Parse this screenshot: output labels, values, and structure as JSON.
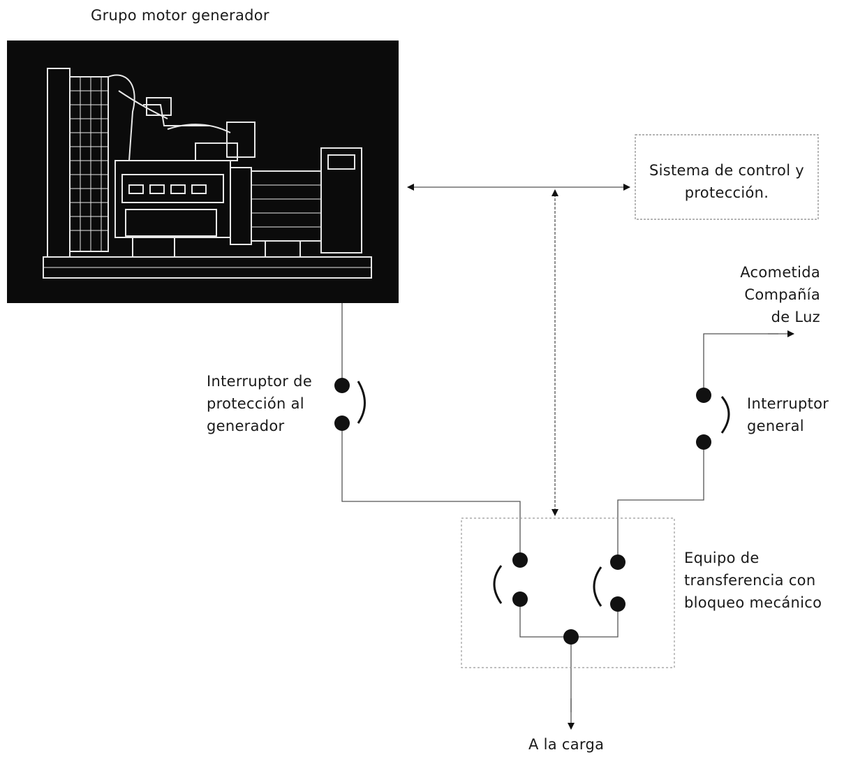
{
  "title": "Grupo motor generador",
  "control_box": {
    "line1": "Sistema de control y",
    "line2": "protección."
  },
  "utility": {
    "line1": "Acometida",
    "line2": "Compañía",
    "line3": "de Luz"
  },
  "gen_breaker": {
    "line1": "Interruptor de",
    "line2": "protección al",
    "line3": "generador"
  },
  "main_breaker": {
    "line1": "Interruptor",
    "line2": "general"
  },
  "transfer": {
    "line1": "Equipo de",
    "line2": "transferencia con",
    "line3": "bloqueo mecánico"
  },
  "load": "A la carga",
  "colors": {
    "line": "#555555",
    "ink": "#111111",
    "photo_bg": "#0b0b0b",
    "photo_line": "#e8e8e8"
  }
}
